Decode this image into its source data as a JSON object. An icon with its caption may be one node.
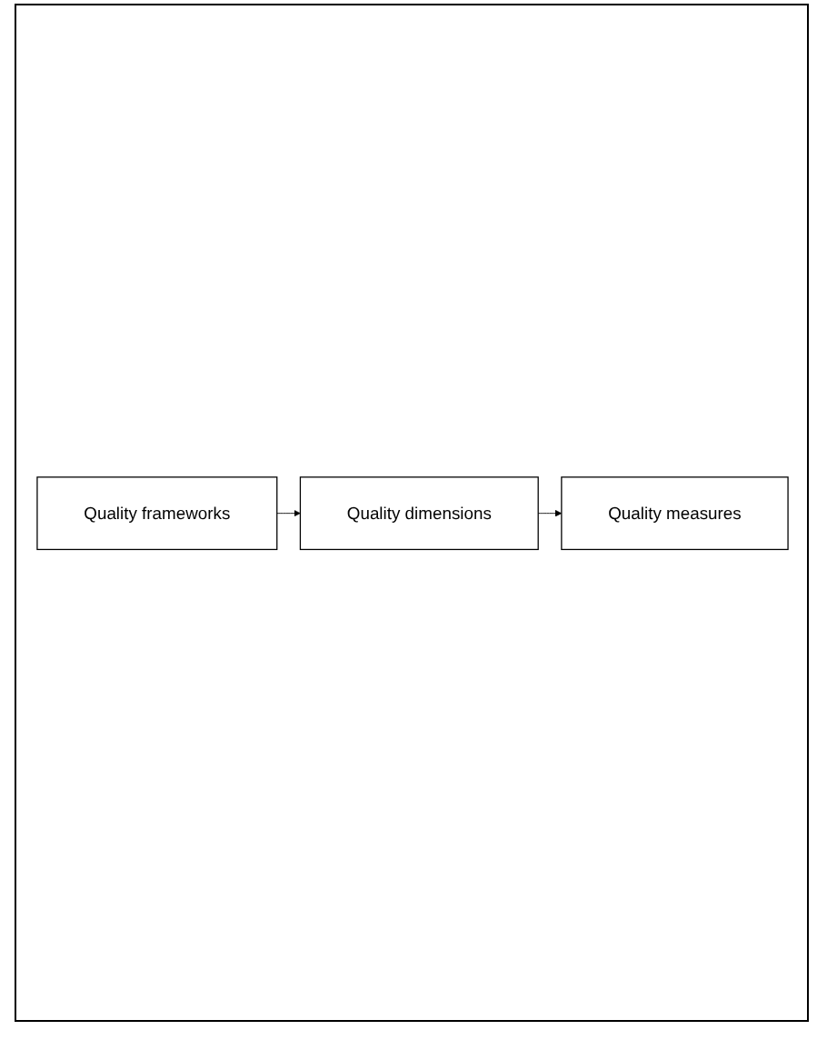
{
  "diagram": {
    "nodes": [
      {
        "text": [
          "Quality frameworks"
        ]
      },
      {
        "text": [
          "Quality dimensions"
        ]
      },
      {
        "text": [
          "Quality measures"
        ]
      }
    ],
    "edges": [
      {
        "from": 0,
        "to": 1,
        "arrow": "to"
      },
      {
        "from": 1,
        "to": 2,
        "arrow": "to"
      }
    ]
  }
}
